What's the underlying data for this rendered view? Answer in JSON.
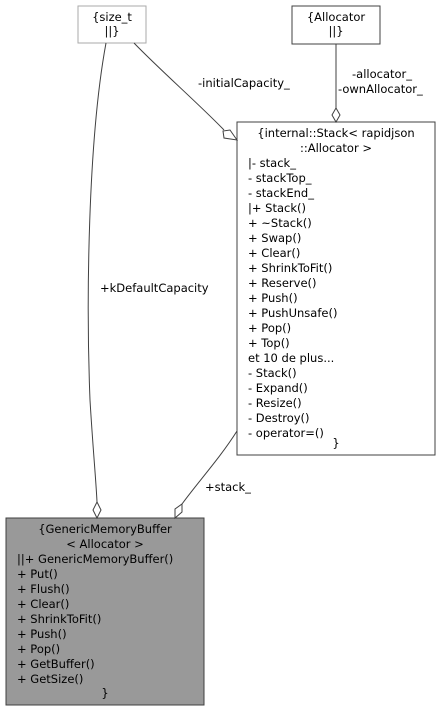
{
  "nodes": {
    "size_t": {
      "lines": [
        "{size_t",
        "||}"
      ],
      "border": "#aaaaaa",
      "fill": "#ffffff"
    },
    "allocator": {
      "lines": [
        "{Allocator",
        "||}"
      ],
      "border": "#404040",
      "fill": "#ffffff"
    },
    "stack": {
      "lines": [
        "{internal::Stack< rapidjson",
        "::Allocator >",
        "|- stack_",
        "- stackTop_",
        "- stackEnd_",
        "|+ Stack()",
        "+ ~Stack()",
        "+ Swap()",
        "+ Clear()",
        "+ ShrinkToFit()",
        "+ Reserve()",
        "+ Push()",
        "+ PushUnsafe()",
        "+ Pop()",
        "+ Top()",
        "et 10 de plus...",
        "- Stack()",
        "- Expand()",
        "- Resize()",
        "- Destroy()",
        "- operator=()",
        "}"
      ],
      "border": "#404040",
      "fill": "#ffffff"
    },
    "generic": {
      "lines": [
        "{GenericMemoryBuffer",
        "< Allocator >",
        "||+ GenericMemoryBuffer()",
        "+ Put()",
        "+ Flush()",
        "+ Clear()",
        "+ ShrinkToFit()",
        "+ Push()",
        "+ Pop()",
        "+ GetBuffer()",
        "+ GetSize()",
        "}"
      ],
      "border": "#404040",
      "fill": "#999999"
    }
  },
  "edges": {
    "initial_capacity": "-initialCapacity_",
    "allocator_label_1": "-allocator_",
    "allocator_label_2": "-ownAllocator_",
    "default_capacity": "+kDefaultCapacity",
    "stack": "+stack_"
  },
  "colors": {
    "edge": "#404040"
  }
}
